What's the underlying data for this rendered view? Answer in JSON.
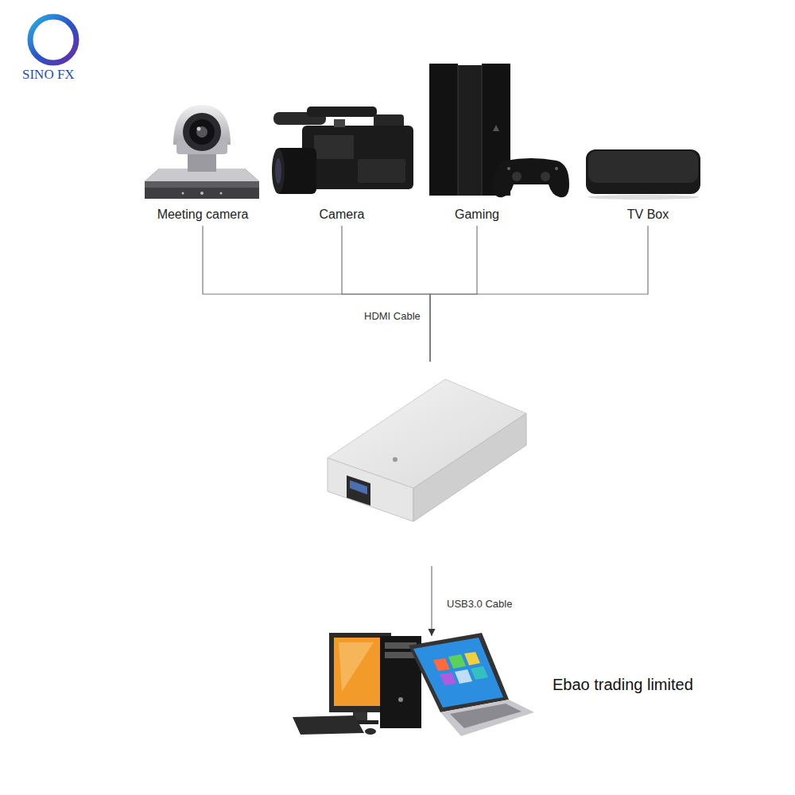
{
  "diagram": {
    "nodes": [
      {
        "text": [
          "Meeting camera"
        ]
      },
      {
        "text": [
          "Camera"
        ]
      },
      {
        "text": [
          "Gaming"
        ]
      },
      {
        "text": [
          "TV Box"
        ]
      },
      {
        "text": []
      },
      {
        "text": []
      }
    ],
    "edges": [
      {
        "from": 0,
        "to": 4,
        "arrow": "none"
      },
      {
        "from": 1,
        "to": 4,
        "arrow": "none"
      },
      {
        "from": 2,
        "to": 4,
        "label": "HDMI Cable",
        "arrow": "none"
      },
      {
        "from": 3,
        "to": 4,
        "arrow": "none"
      },
      {
        "from": 4,
        "to": 5,
        "label": "USB3.0 Cable",
        "arrow": "to"
      }
    ],
    "labels": [
      "SINO FX",
      "Ebao trading limited"
    ]
  }
}
